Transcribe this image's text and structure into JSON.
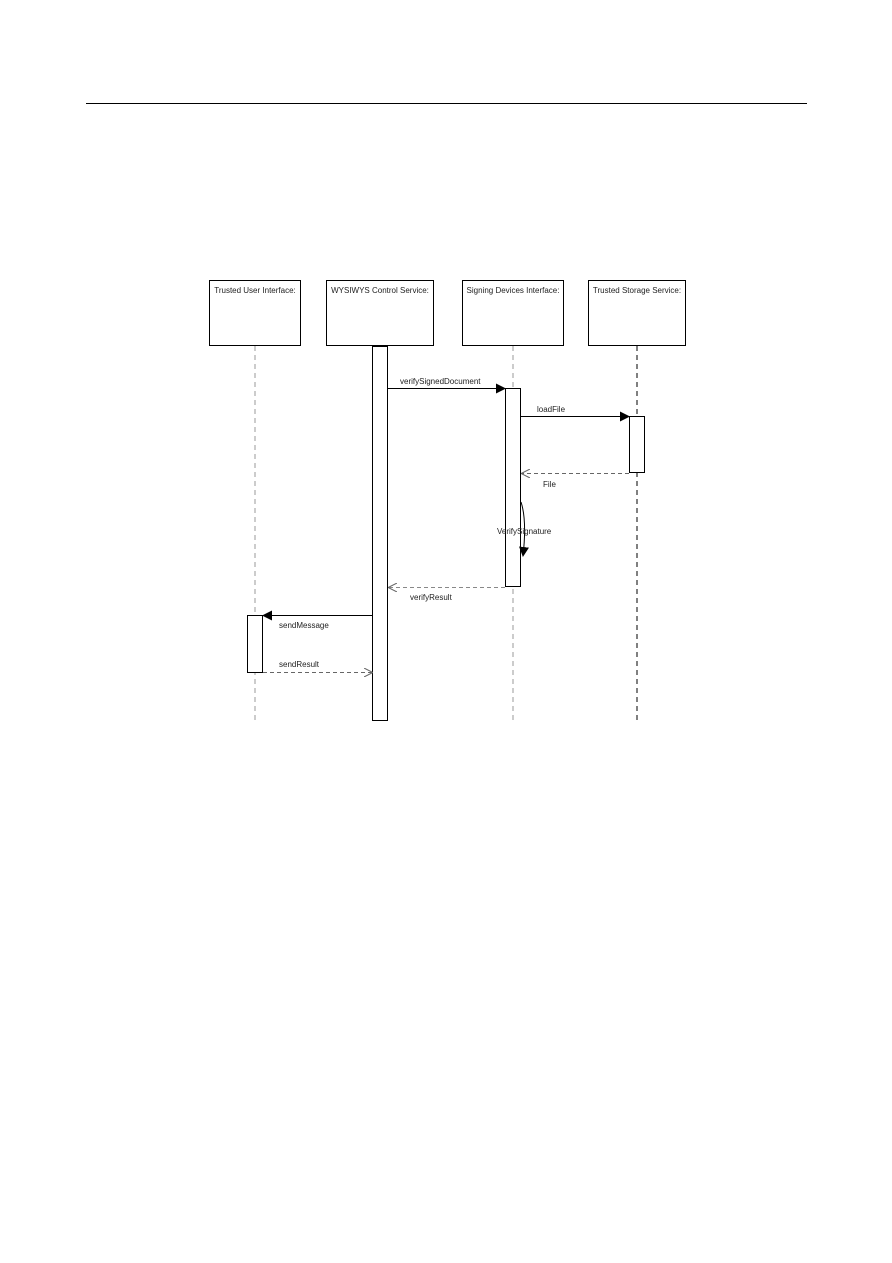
{
  "diagram": {
    "participants": [
      {
        "id": "tui",
        "name": "Trusted User Interface:"
      },
      {
        "id": "wcs",
        "name": "WYSIWYS Control Service:"
      },
      {
        "id": "sdi",
        "name": "Signing Devices Interface:"
      },
      {
        "id": "tss",
        "name": "Trusted Storage Service:"
      }
    ],
    "messages": [
      {
        "id": "m1",
        "label": "verifySignedDocument",
        "from": "wcs",
        "to": "sdi",
        "kind": "call"
      },
      {
        "id": "m2",
        "label": "loadFile",
        "from": "sdi",
        "to": "tss",
        "kind": "call"
      },
      {
        "id": "m3",
        "label": "File",
        "from": "tss",
        "to": "sdi",
        "kind": "return"
      },
      {
        "id": "m4",
        "label": "VerifySignature",
        "from": "sdi",
        "to": "sdi",
        "kind": "self"
      },
      {
        "id": "m5",
        "label": "verifyResult",
        "from": "sdi",
        "to": "wcs",
        "kind": "return"
      },
      {
        "id": "m6",
        "label": "sendMessage",
        "from": "wcs",
        "to": "tui",
        "kind": "call"
      },
      {
        "id": "m7",
        "label": "sendResult",
        "from": "tui",
        "to": "wcs",
        "kind": "return"
      }
    ]
  },
  "colors": {
    "line": "#000000",
    "lifeline": "#9a9a9a",
    "returnLine": "#666666",
    "text": "#222222"
  }
}
